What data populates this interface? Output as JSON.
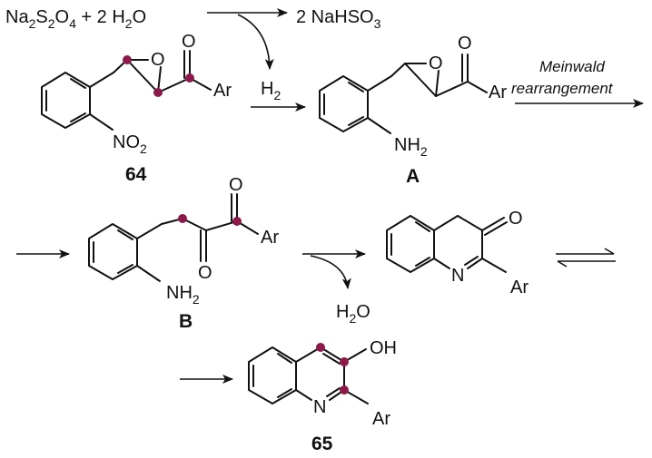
{
  "reagent_line": {
    "na": "Na",
    "na_sub": "2",
    "s": "S",
    "s_sub": "2",
    "o": "O",
    "o_sub": "4",
    "plus": " + 2 H",
    "h2o_sub": "2",
    "h2o_o": "O",
    "product_prefix": "2 NaHSO",
    "product_sub": "3"
  },
  "hydrogen": {
    "h": "H",
    "h_sub": "2"
  },
  "meinwald": {
    "line1": "Meinwald",
    "line2": "rearrangement"
  },
  "water": {
    "h": "H",
    "h_sub": "2",
    "o": "O"
  },
  "atoms": {
    "o": "O",
    "ar": "Ar",
    "n": "N",
    "oh": "OH",
    "no": "NO",
    "no_sub": "2",
    "nh": "NH",
    "nh_sub": "2"
  },
  "compounds": {
    "start": "64",
    "intermediate_a": "A",
    "intermediate_b": "B",
    "product": "65"
  },
  "colors": {
    "label_dot": "#8b1a4a",
    "ink": "#111111"
  }
}
